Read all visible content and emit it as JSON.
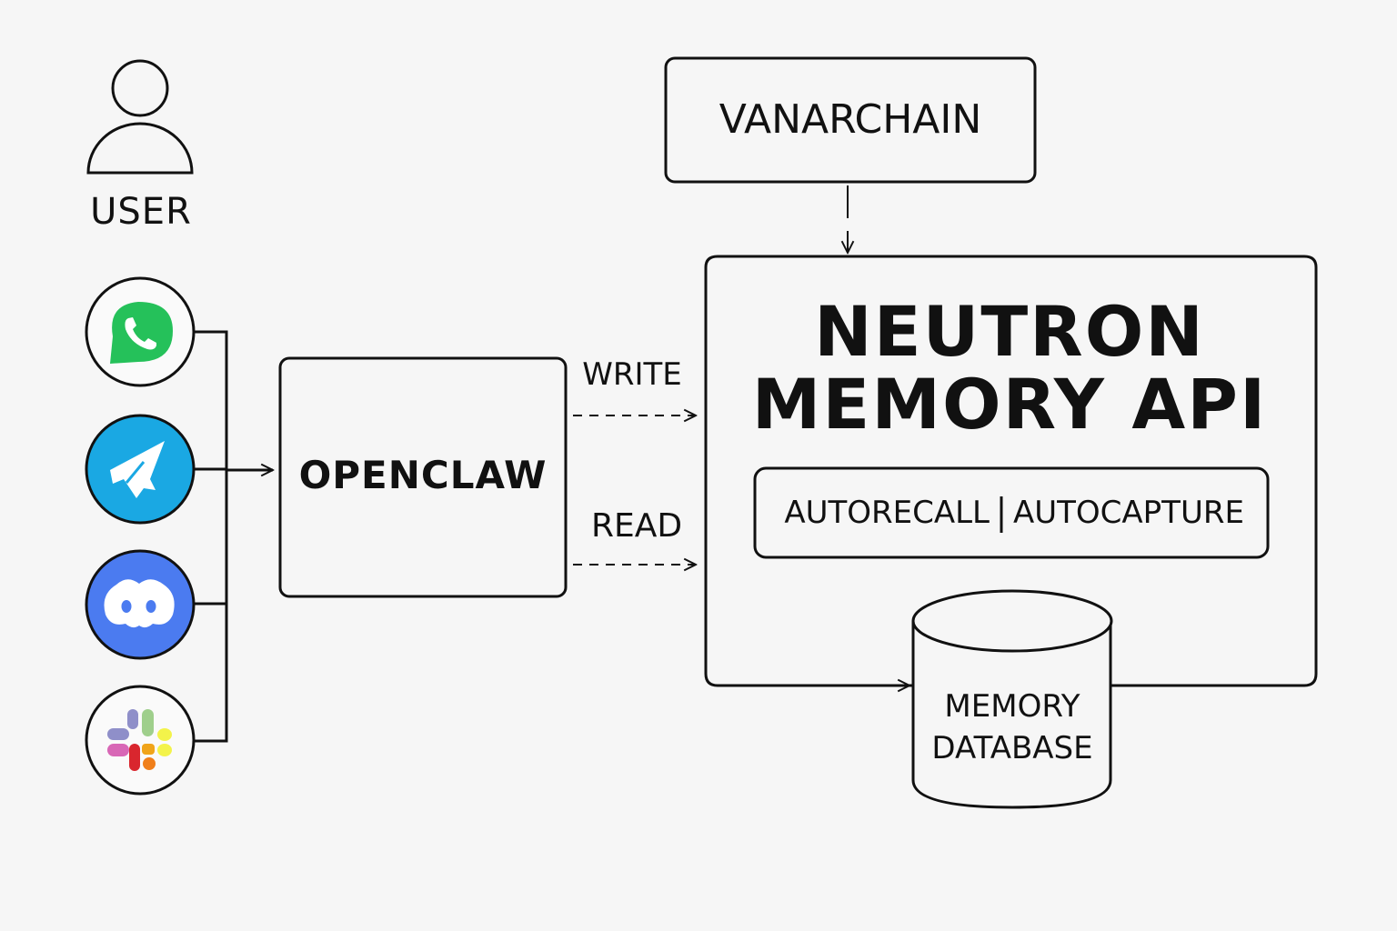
{
  "user": {
    "label": "USER",
    "icon": "user-icon"
  },
  "channels": [
    {
      "name": "WhatsApp",
      "icon": "whatsapp-icon",
      "color": "#25c15a",
      "background": "#ffffff"
    },
    {
      "name": "Telegram",
      "icon": "telegram-icon",
      "color": "#ffffff",
      "background": "#1aa8e3"
    },
    {
      "name": "Discord",
      "icon": "discord-icon",
      "color": "#ffffff",
      "background": "#4b7bf0"
    },
    {
      "name": "Slack",
      "icon": "slack-icon",
      "color": "multicolor",
      "background": "#ffffff"
    }
  ],
  "openclaw": {
    "label": "OPENCLAW"
  },
  "connections": {
    "write_label": "WRITE",
    "read_label": "READ"
  },
  "vanarchain": {
    "label": "VANARCHAIN"
  },
  "neutron": {
    "title_line1": "NEUTRON",
    "title_line2": "MEMORY API",
    "features": {
      "left": "AUTORECALL",
      "right": "AUTOCAPTURE",
      "separator": "|"
    }
  },
  "database": {
    "line1": "MEMORY",
    "line2": "DATABASE"
  },
  "colors": {
    "background": "#f6f6f6",
    "stroke": "#111111"
  }
}
